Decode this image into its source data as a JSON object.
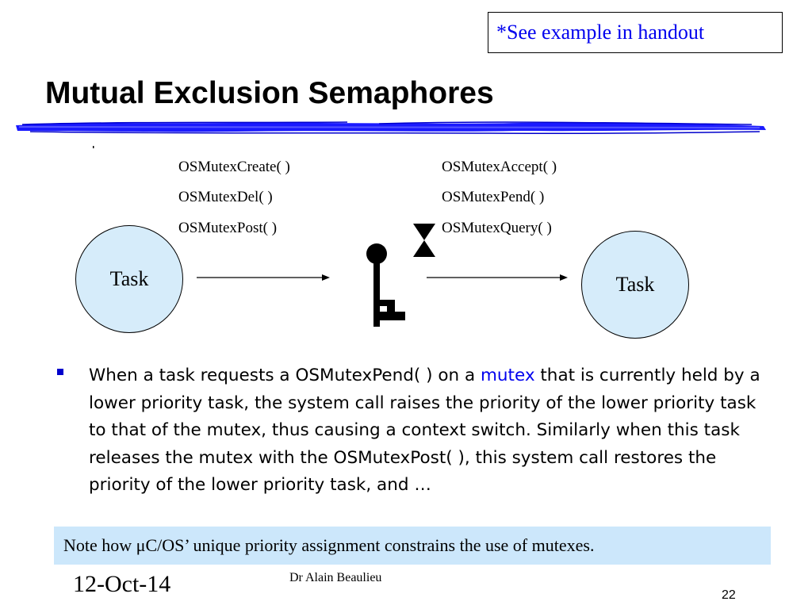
{
  "handout_note": "*See example in handout",
  "title": "Mutual Exclusion Semaphores",
  "diagram": {
    "left_calls": [
      "OSMutexCreate( )",
      "OSMutexDel( )",
      "OSMutexPost( )"
    ],
    "right_calls": [
      "OSMutexAccept( )",
      "OSMutexPend( )",
      "OSMutexQuery( )"
    ],
    "left_task": "Task",
    "right_task": "Task"
  },
  "bullet": {
    "part1": "When a task requests a OSMutexPend( ) on a ",
    "keyword": "mutex",
    "part2": " that is currently held by a lower priority task, the system call raises the priority of the lower priority task to that of the mutex, thus causing a context switch. Similarly when this task releases the mutex with the OSMutexPost( ), this system call restores the priority of the lower priority task, and …"
  },
  "note": "Note how μC/OS’ unique priority assignment constrains the use of mutexes.",
  "footer": {
    "date": "12-Oct-14",
    "author": "Dr Alain Beaulieu",
    "page": "22"
  },
  "colors": {
    "brush_blue": "#1a1aff",
    "task_fill": "#d6ecfa",
    "note_fill": "#cce7fb",
    "keyword_blue": "#0000ee"
  }
}
